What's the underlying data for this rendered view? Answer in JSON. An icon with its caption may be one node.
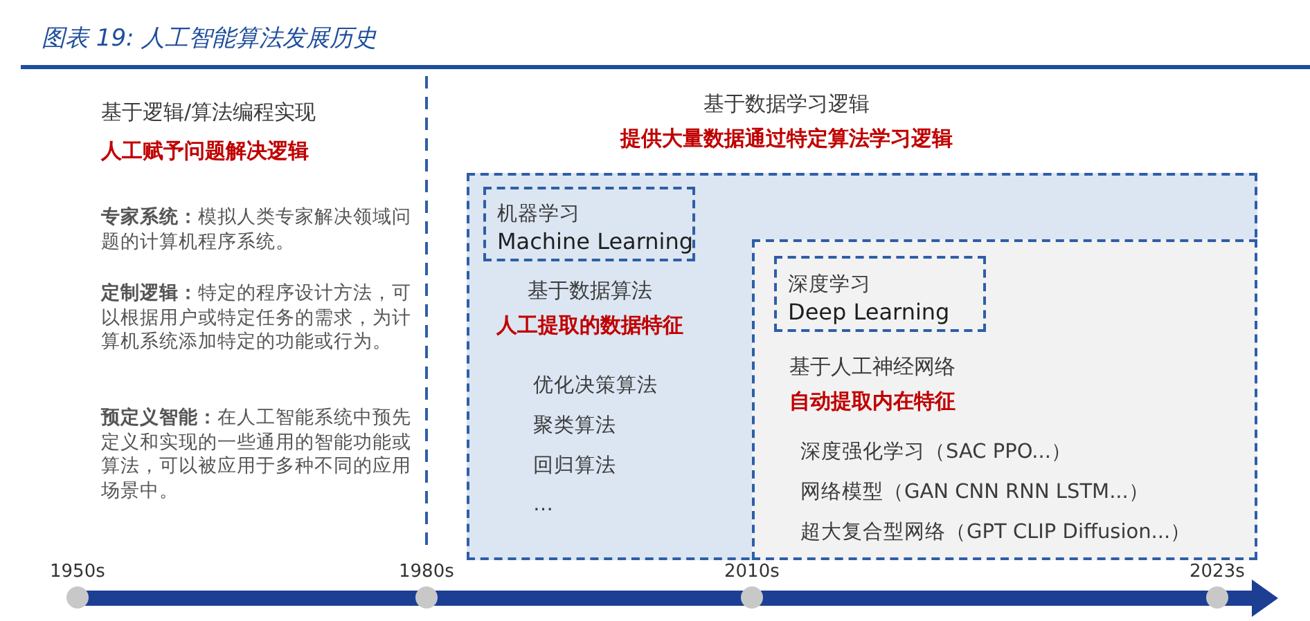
{
  "diagram": {
    "title": "图表 19: 人工智能算法发展历史",
    "nodes": [
      {
        "text": [
          "基于数据学习逻辑",
          "提供大量数据通过特定算法学习逻辑",
          "基于数据算法",
          "人工提取的数据特征",
          "优化决策算法",
          "聚类算法",
          "回归算法",
          "…"
        ]
      },
      {
        "text": [
          "机器学习",
          "Machine Learning"
        ],
        "in": 0
      },
      {
        "text": [
          "基于人工神经网络",
          "自动提取内在特征",
          "深度强化学习（SAC PPO...）",
          "网络模型（GAN CNN RNN LSTM...）",
          "超大复合型网络（GPT CLIP Diffusion...）"
        ],
        "in": 0
      },
      {
        "text": [
          "深度学习",
          "Deep Learning"
        ],
        "in": 2
      }
    ],
    "labels": [
      "基于逻辑/算法编程实现",
      "人工赋予问题解决逻辑",
      "**专家系统：**模拟人类专家解决领域问题的计算机程序系统。",
      "**定制逻辑：**特定的程序设计方法，可以根据用户或特定任务的需求，为计算机系统添加特定的功能或行为。",
      "**预定义智能：**在人工智能系统中预先定义和实现的一些通用的智能功能或算法，可以被应用于多种不同的应用场景中。",
      "1950s",
      "1980s",
      "2010s",
      "2023s"
    ]
  }
}
